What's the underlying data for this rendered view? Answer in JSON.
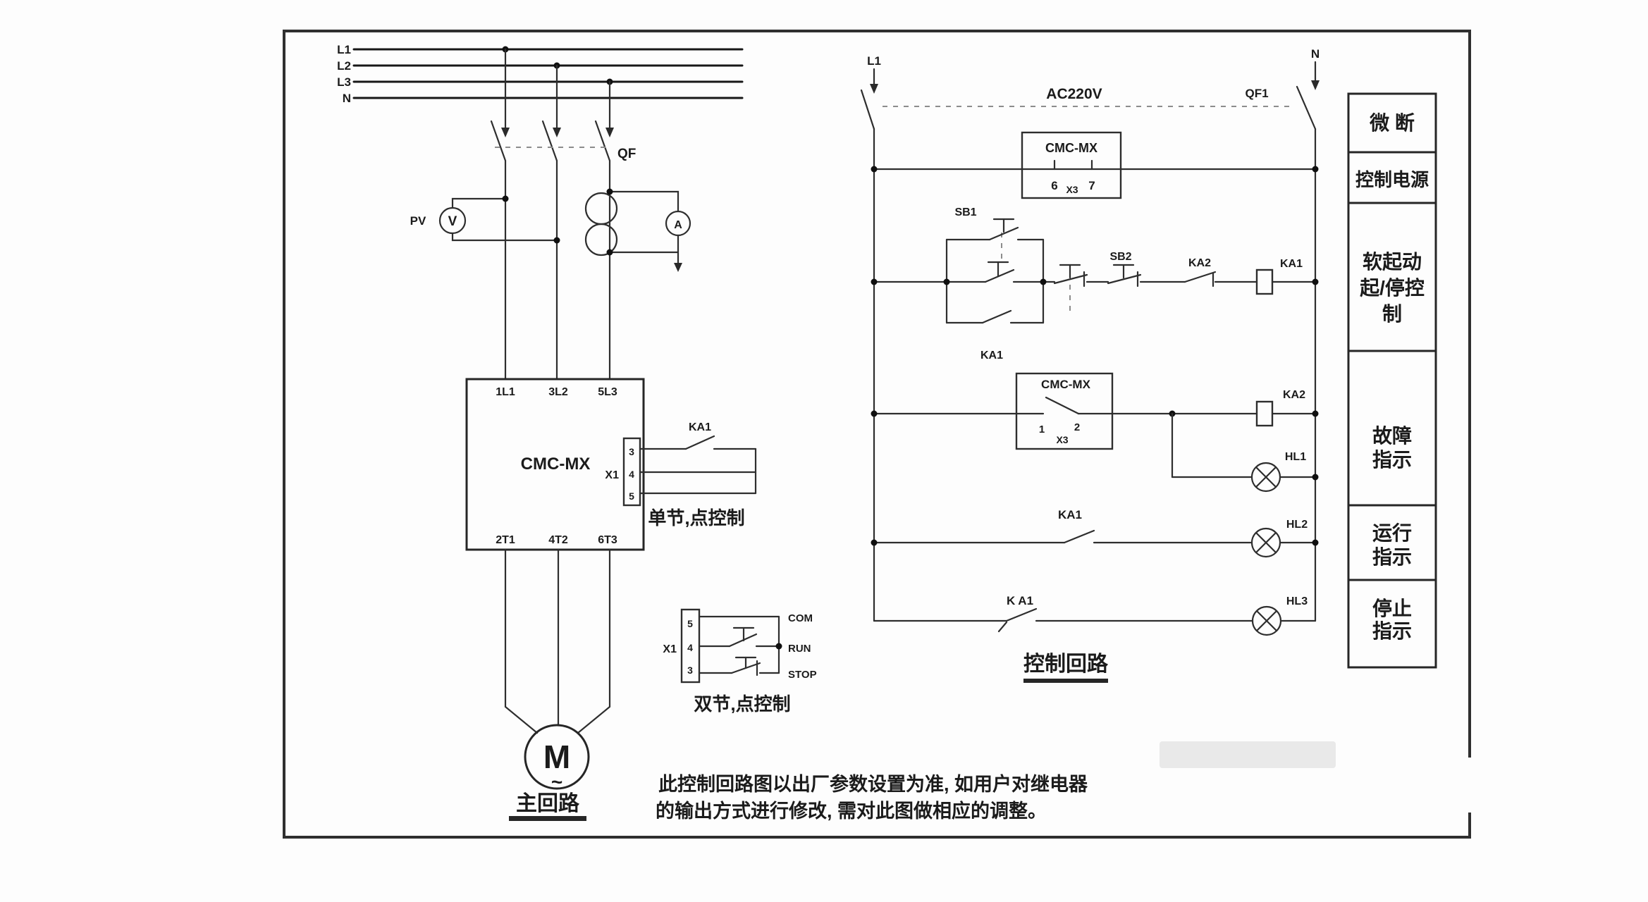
{
  "main_circuit": {
    "bus_labels": [
      "L1",
      "L2",
      "L3",
      "N"
    ],
    "breaker_label": "QF",
    "voltmeter_label": "PV",
    "voltmeter_symbol": "V",
    "ammeter_symbol": "A",
    "starter_box": {
      "title": "CMC-MX",
      "terminals_top": [
        "1L1",
        "3L2",
        "5L3"
      ],
      "terminals_bottom": [
        "2T1",
        "4T2",
        "6T3"
      ]
    },
    "x1_side": {
      "label": "X1",
      "pins": [
        "3",
        "4",
        "5"
      ]
    },
    "ka1_contact_label": "KA1",
    "single_node_caption": "单节,点控制",
    "x1_bottom": {
      "label": "X1",
      "pins": [
        "5",
        "4",
        "3"
      ],
      "wires": [
        "COM",
        "RUN",
        "STOP"
      ]
    },
    "double_node_caption": "双节,点控制",
    "motor_symbol": "M",
    "motor_wave": "~",
    "caption": "主回路"
  },
  "control_circuit": {
    "left_bus_label": "L1",
    "right_bus_label": "N",
    "supply_label": "AC220V",
    "breaker_label": "QF1",
    "power_box": {
      "title": "CMC-MX",
      "pin_left": "6",
      "pin_center": "X3",
      "pin_right": "7"
    },
    "start_row": {
      "start_button": "SB1",
      "hold_contact": "KA1",
      "stop_button": "SB2",
      "fault_contact": "KA2",
      "coil": "KA1"
    },
    "fault_row": {
      "box_title": "CMC-MX",
      "pin_left": "1",
      "pin_center": "X3",
      "pin_right": "2",
      "coil": "KA2",
      "lamp": "HL1"
    },
    "run_row": {
      "contact": "KA1",
      "lamp": "HL2"
    },
    "stop_row": {
      "contact": "K A1",
      "lamp": "HL3"
    },
    "caption": "控制回路"
  },
  "legend": {
    "rows": [
      {
        "lines": [
          "微 断"
        ]
      },
      {
        "lines": [
          "控制电源"
        ]
      },
      {
        "lines": [
          "软起动",
          "起/停控",
          "制"
        ]
      },
      {
        "lines": [
          "故障",
          "指示"
        ]
      },
      {
        "lines": [
          "运行",
          "指示"
        ]
      },
      {
        "lines": [
          "停止",
          "指示"
        ]
      }
    ]
  },
  "notes": {
    "line1": "此控制回路图以出厂参数设置为准, 如用户对继电器",
    "line2": "的输出方式进行修改, 需对此图做相应的调整。"
  }
}
